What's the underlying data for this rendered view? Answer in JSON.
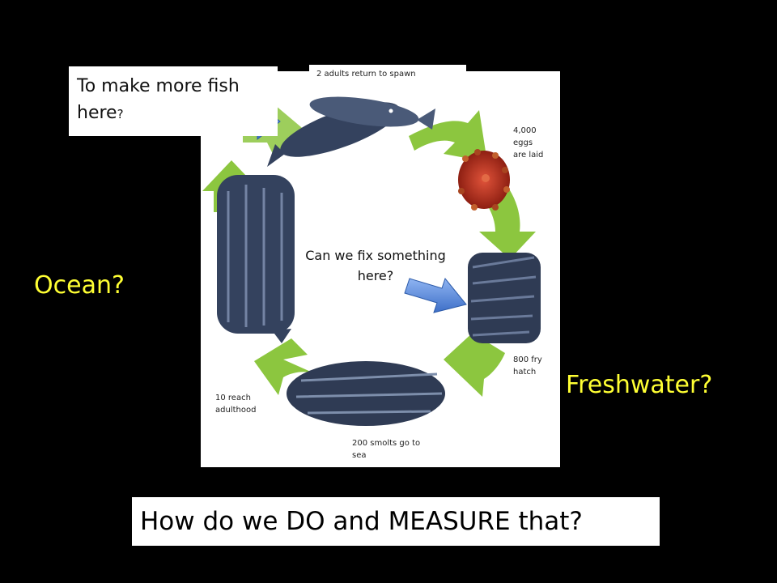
{
  "stages": {
    "adults": "2 adults return to spawn",
    "eggs_line1": "4,000",
    "eggs_line2": "eggs",
    "eggs_line3": "are laid",
    "fry_line1": "800 fry",
    "fry_line2": "hatch",
    "smolts_line1": "200 smolts go to",
    "smolts_line2": "sea",
    "adulthood_line1": "10 reach",
    "adulthood_line2": "adulthood"
  },
  "callouts": {
    "more_fish_line1": "To make more fish",
    "more_fish_line2": "here",
    "more_fish_q": "?",
    "fix_line1": "Can we fix something",
    "fix_line2": "here?"
  },
  "sides": {
    "ocean": "Ocean?",
    "freshwater": "Freshwater?"
  },
  "bottom_question": "How do we DO and MEASURE that?",
  "colors": {
    "background": "#000000",
    "highlight_text": "#ffff33",
    "cycle_arrow": "#8cc63f",
    "callout_arrow": "#4f86d9",
    "fish_body": "#3a4a66",
    "eggs": "#c0392b"
  }
}
